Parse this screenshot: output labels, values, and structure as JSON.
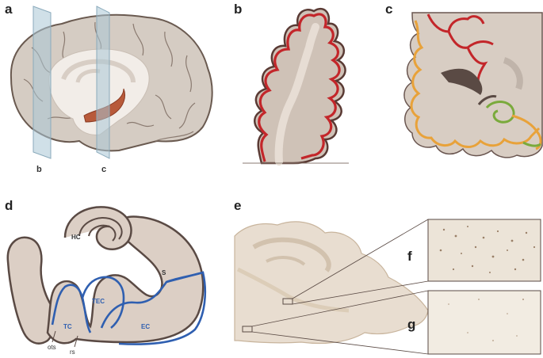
{
  "panels": {
    "a": "a",
    "b": "b",
    "c": "c",
    "d": "d",
    "e": "e"
  },
  "panel_a": {
    "plane_b_label": "b",
    "plane_c_label": "c"
  },
  "panel_d": {
    "regions": {
      "hc": "HC",
      "s": "S",
      "tec": "TEC",
      "tc": "TC",
      "ec": "EC"
    },
    "sulci": {
      "ots": "ots",
      "rs": "rs"
    }
  },
  "panel_e": {
    "inset_f": "f",
    "inset_g": "g"
  },
  "colors": {
    "tissue": "#d9cfc6",
    "tissue_outline": "#5a4a42",
    "red_layer": "#c3262a",
    "orange_layer": "#e8a23a",
    "green_layer": "#7aaa3c",
    "blue_outline": "#2f5fb0",
    "stain": "#c8b49c"
  }
}
